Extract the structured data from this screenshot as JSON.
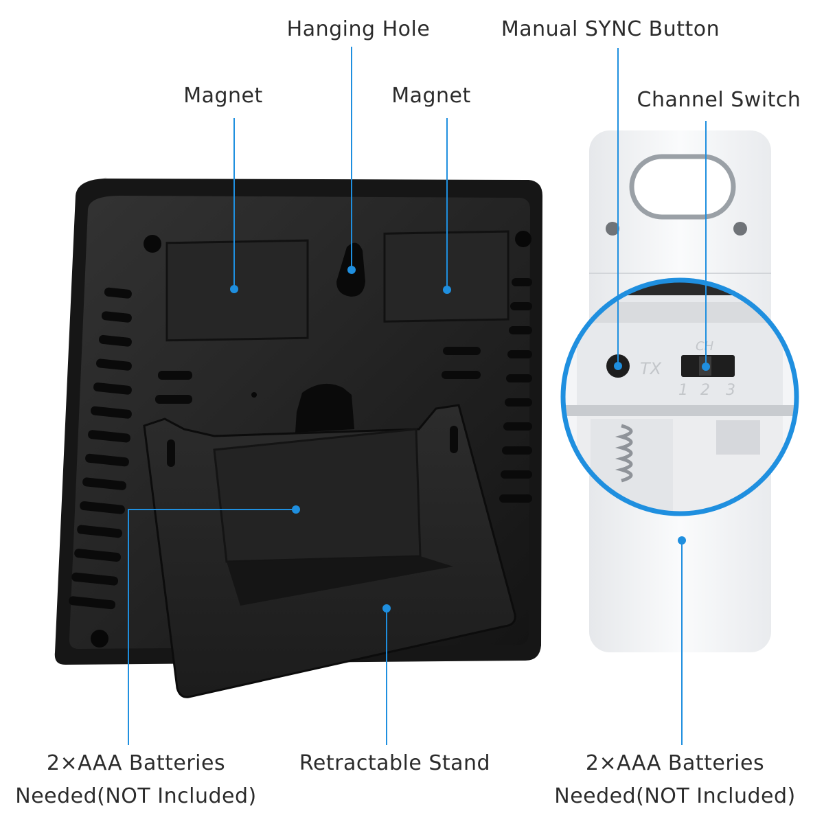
{
  "colors": {
    "callout": "#1f8fdf",
    "device_body": "#1f1f1f",
    "device_face": "#2e2e2e",
    "sensor_body": "#f2f3f5",
    "magnifier_ring": "#1f8fdf"
  },
  "labels": {
    "hanging_hole": "Hanging Hole",
    "manual_sync": "Manual SYNC Button",
    "magnet_left": "Magnet",
    "magnet_right": "Magnet",
    "channel_switch": "Channel Switch",
    "batteries_left_1": "2×AAA Batteries",
    "batteries_left_2": "Needed(NOT Included)",
    "retractable_stand": "Retractable Stand",
    "batteries_right_1": "2×AAA Batteries",
    "batteries_right_2": "Needed(NOT Included)"
  },
  "sensor_markings": {
    "tx": "TX",
    "ch": "CH",
    "ch1": "1",
    "ch2": "2",
    "ch3": "3"
  }
}
